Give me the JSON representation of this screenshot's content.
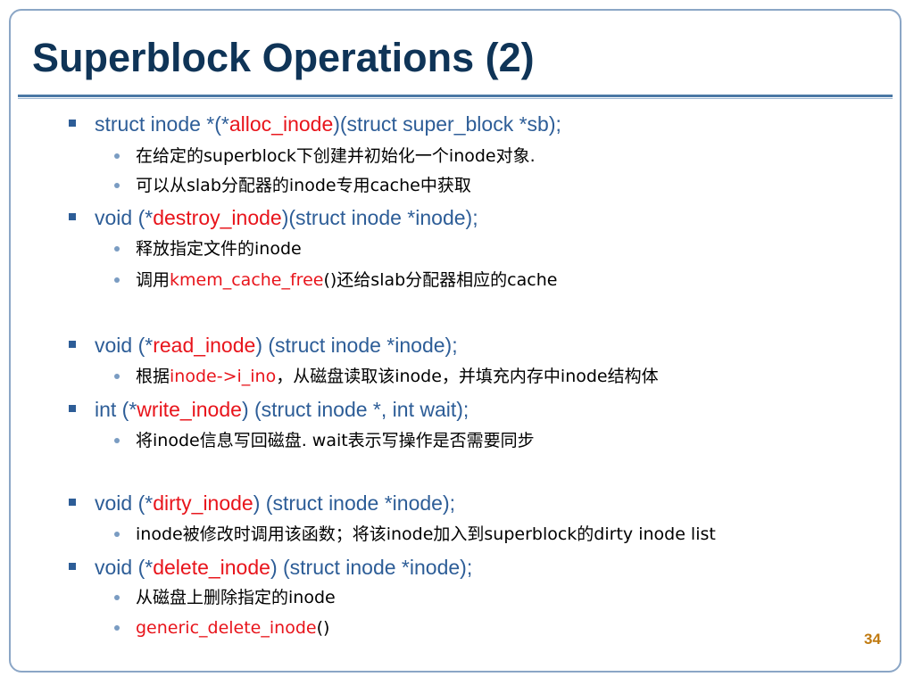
{
  "slide": {
    "title": "Superblock Operations (2)",
    "page_number": "34"
  },
  "items": [
    {
      "pre": "struct inode *(*",
      "hl": "alloc_inode",
      "post": ")(struct super_block *sb);"
    },
    {
      "pre": "在给定的superblock下创建并初始化一个inode对象.",
      "hl": "",
      "post": ""
    },
    {
      "pre": "可以从slab分配器的inode专用cache中获取",
      "hl": "",
      "post": ""
    },
    {
      "pre": "void (*",
      "hl": "destroy_inode",
      "post": ")(struct inode *inode);"
    },
    {
      "pre": "释放指定文件的inode",
      "hl": "",
      "post": ""
    },
    {
      "pre": "调用",
      "hl": "kmem_cache_free",
      "post": "()还给slab分配器相应的cache"
    },
    {
      "pre": "void (*",
      "hl": "read_inode",
      "post": ") (struct inode *inode);"
    },
    {
      "pre": "根据",
      "hl": "inode->i_ino",
      "post": "，从磁盘读取该inode，并填充内存中inode结构体"
    },
    {
      "pre": "int (*",
      "hl": "write_inode",
      "post": ") (struct inode *, int wait);"
    },
    {
      "pre": "将inode信息写回磁盘. wait表示写操作是否需要同步",
      "hl": "",
      "post": ""
    },
    {
      "pre": "void (*",
      "hl": "dirty_inode",
      "post": ") (struct inode *inode);"
    },
    {
      "pre": "inode被修改时调用该函数；将该inode加入到superblock的dirty inode list",
      "hl": "",
      "post": ""
    },
    {
      "pre": "void (*",
      "hl": "delete_inode",
      "post": ") (struct inode *inode);"
    },
    {
      "pre": "从磁盘上删除指定的inode",
      "hl": "",
      "post": ""
    },
    {
      "pre": "",
      "hl": "generic_delete_inode",
      "post": "()"
    }
  ],
  "colors": {
    "title": "#0f3457",
    "level1_text": "#2d5d97",
    "highlight": "#e8141b",
    "page_number": "#c07a10",
    "frame": "#8ba6c6"
  }
}
